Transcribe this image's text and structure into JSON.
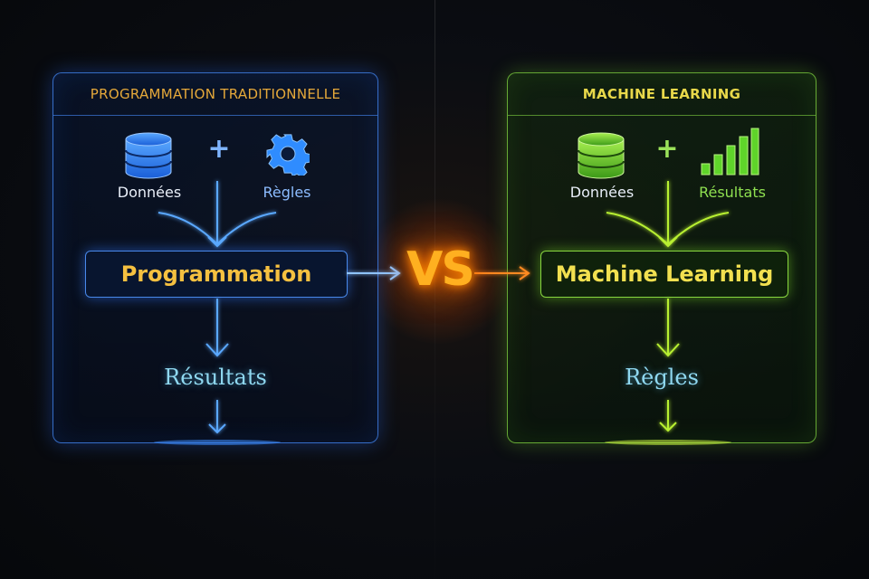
{
  "vs_label": "VS",
  "left": {
    "header": "PROGRAMMATION TRADITIONNELLE",
    "input1_label": "Données",
    "input2_label": "Règles",
    "plus": "+",
    "process": "Programmation",
    "output": "Résultats",
    "input1_icon": "database-icon",
    "input2_icon": "gear-icon",
    "accent_color": "#3c8cff"
  },
  "right": {
    "header": "MACHINE LEARNING",
    "input1_label": "Données",
    "input2_label": "Résultats",
    "plus": "+",
    "process": "Machine Learning",
    "output": "Règles",
    "input1_icon": "database-icon",
    "input2_icon": "bar-chart-icon",
    "accent_color": "#8ce640"
  },
  "colors": {
    "vs": "#ffb020",
    "header_left": "#e6a93a",
    "header_right": "#e8d84a",
    "output_text": "#8fd8f0"
  }
}
